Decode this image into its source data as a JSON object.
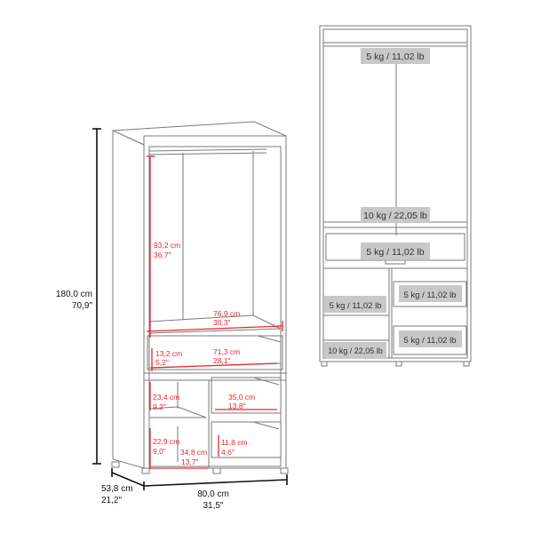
{
  "colors": {
    "dimension_red": "#e8262b",
    "outline": "#7a7a7a",
    "label_bg": "#c8c8c8"
  },
  "overall": {
    "height_cm": "180,0 cm",
    "height_in": "70,9\"",
    "depth_cm": "53,8 cm",
    "depth_in": "21,2\"",
    "width_cm": "80,0 cm",
    "width_in": "31,5\""
  },
  "inner": {
    "hanging_height_cm": "93,2 cm",
    "hanging_height_in": "36,7\"",
    "shelf_width_cm": "76,9 cm",
    "shelf_width_in": "30,3\"",
    "top_drawer_height_cm": "13,2 cm",
    "top_drawer_height_in": "5,2\"",
    "top_drawer_width_cm": "71,3 cm",
    "top_drawer_width_in": "28,1\"",
    "upper_cubby_height_cm": "23,4 cm",
    "upper_cubby_height_in": "9,2\"",
    "small_drawer_width_cm": "35,0 cm",
    "small_drawer_width_in": "13,8\"",
    "lower_cubby_height_cm": "22,9 cm",
    "lower_cubby_height_in": "9,0\"",
    "cubby_width_cm": "34,8 cm",
    "cubby_width_in": "13,7\"",
    "small_drawer_height_cm": "11,8 cm",
    "small_drawer_height_in": "4,6\""
  },
  "load": {
    "rod": "5 kg / 11,02 lb",
    "top_shelf": "10 kg / 22,05 lb",
    "top_drawer": "5 kg / 11,02 lb",
    "left_shelf": "5 kg / 11,02 lb",
    "bottom_shelf": "10 kg / 22,05 lb",
    "right_drawer_1": "5 kg / 11,02 lb",
    "right_drawer_2": "5 kg / 11,02 lb"
  }
}
